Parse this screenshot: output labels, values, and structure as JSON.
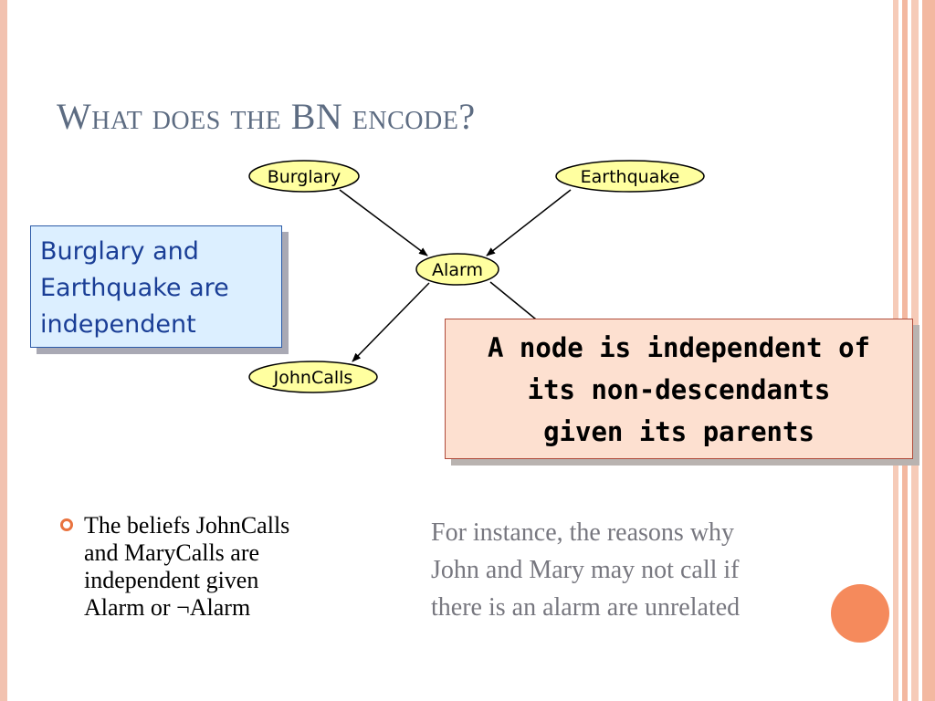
{
  "slide": {
    "title": "What does the BN encode?"
  },
  "diagram": {
    "nodes": {
      "burglary": "Burglary",
      "earthquake": "Earthquake",
      "alarm": "Alarm",
      "johncalls": "JohnCalls"
    },
    "colors": {
      "node_fill": "#ffffa0",
      "node_stroke": "#000000",
      "edge": "#000000"
    }
  },
  "callouts": {
    "left_lines": [
      "Burglary and",
      "Earthquake are",
      "independent"
    ],
    "right_lines": [
      "A node is independent of",
      "its non-descendants",
      "given its parents"
    ]
  },
  "bullet": {
    "lines": [
      "The beliefs JohnCalls",
      "and MaryCalls are",
      "independent given",
      "Alarm or ¬Alarm"
    ]
  },
  "note": {
    "lines": [
      "For instance, the reasons why",
      "John and Mary may not call if",
      "there is an alarm are unrelated"
    ]
  },
  "theme": {
    "title_color": "#5d6c82",
    "accent": "#e9733f",
    "callout_blue_bg": "#dcefff",
    "callout_blue_text": "#1a3e96",
    "callout_peach_bg": "#fde0d0"
  }
}
